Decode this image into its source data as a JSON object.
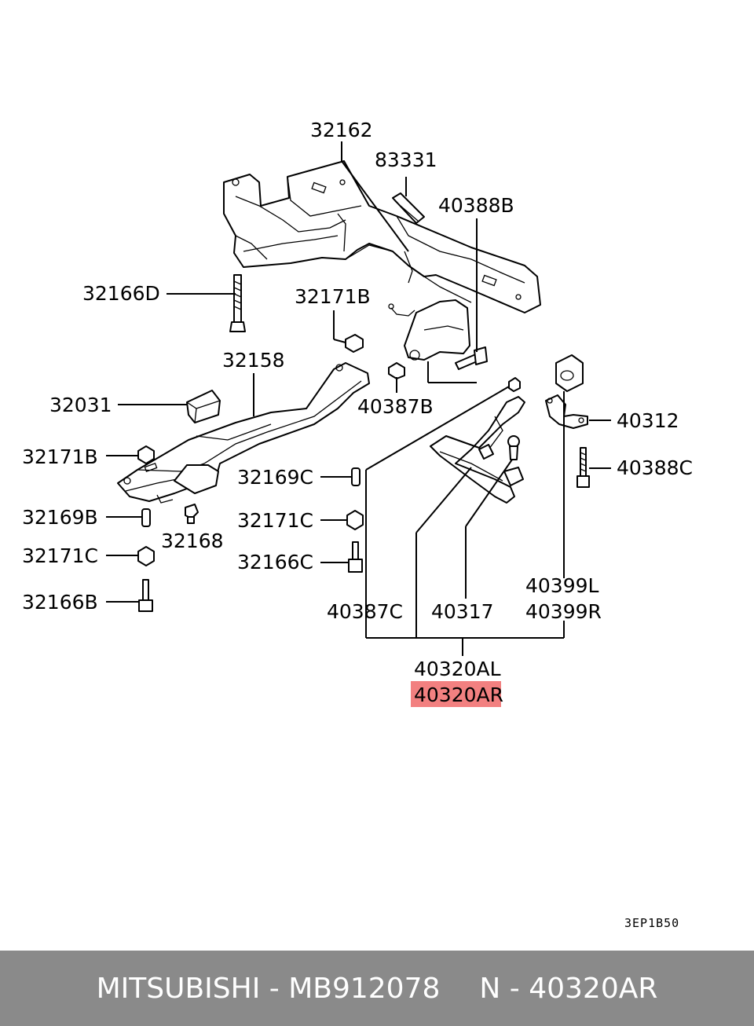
{
  "diagram": {
    "labels": {
      "p32162": "32162",
      "p83331": "83331",
      "p40388B": "40388B",
      "p32166D": "32166D",
      "p32171B_top": "32171B",
      "p32158": "32158",
      "p32031": "32031",
      "p40387B": "40387B",
      "p40312": "40312",
      "p32171B_left": "32171B",
      "p40388C": "40388C",
      "p32169C": "32169C",
      "p32169B": "32169B",
      "p32171C_mid": "32171C",
      "p32168": "32168",
      "p32171C_left": "32171C",
      "p32166C": "32166C",
      "p32166B": "32166B",
      "p40399L": "40399L",
      "p40387C": "40387C",
      "p40317": "40317",
      "p40399R": "40399R",
      "p40320AL": "40320AL",
      "p40320AR": "40320AR"
    },
    "highlight_color": "#f28080",
    "drawing_code": "3EP1B50"
  },
  "footer": {
    "brand_part": "MITSUBISHI - MB912078",
    "ref_part": "N - 40320AR"
  }
}
